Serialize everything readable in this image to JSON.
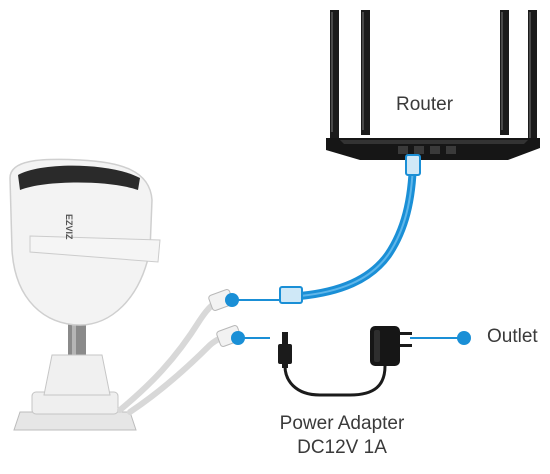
{
  "labels": {
    "router": "Router",
    "outlet": "Outlet",
    "adapter_line1": "Power Adapter",
    "adapter_line2": "DC12V 1A"
  },
  "brand": {
    "camera_logo": "EZVIZ"
  },
  "colors": {
    "cable_blue": "#1a8fd6",
    "connector_blue": "#1a8fd6",
    "device_black": "#1b1b1b",
    "camera_white": "#f2f2f2",
    "text": "#3a3a3a"
  },
  "icons": {
    "router": "router-icon",
    "camera": "camera-icon",
    "adapter": "power-adapter-icon",
    "dc_plug": "dc-plug-icon"
  }
}
